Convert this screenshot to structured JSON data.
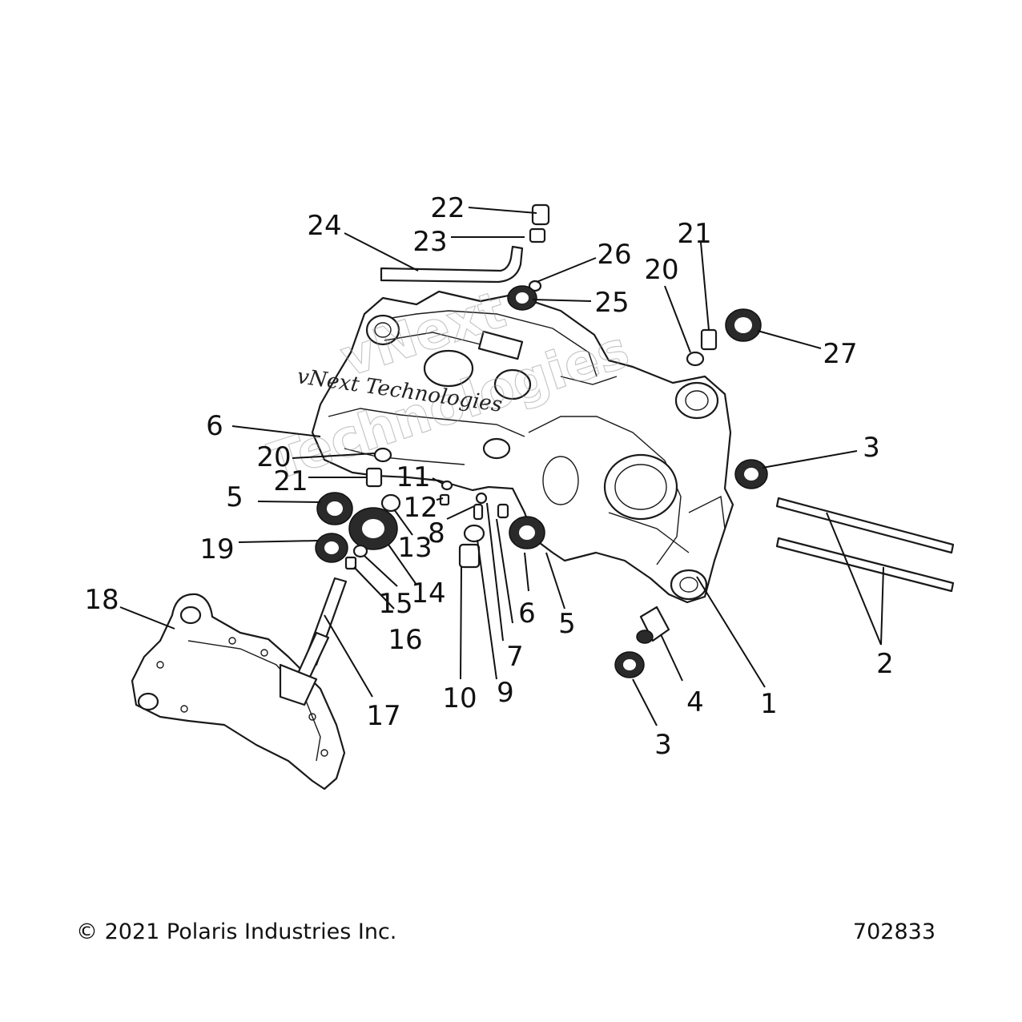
{
  "footer": {
    "copyright": "© 2021 Polaris Industries Inc.",
    "drawing_number": "702833"
  },
  "watermark": {
    "line1": "vNext",
    "line2": "Technologies",
    "small": "vNext Technologies"
  },
  "callouts": [
    "1",
    "2",
    "3",
    "3",
    "4",
    "5",
    "5",
    "6",
    "6",
    "7",
    "8",
    "9",
    "10",
    "11",
    "12",
    "13",
    "14",
    "15",
    "16",
    "17",
    "18",
    "19",
    "20",
    "20",
    "21",
    "21",
    "22",
    "23",
    "24",
    "25",
    "26",
    "27"
  ]
}
